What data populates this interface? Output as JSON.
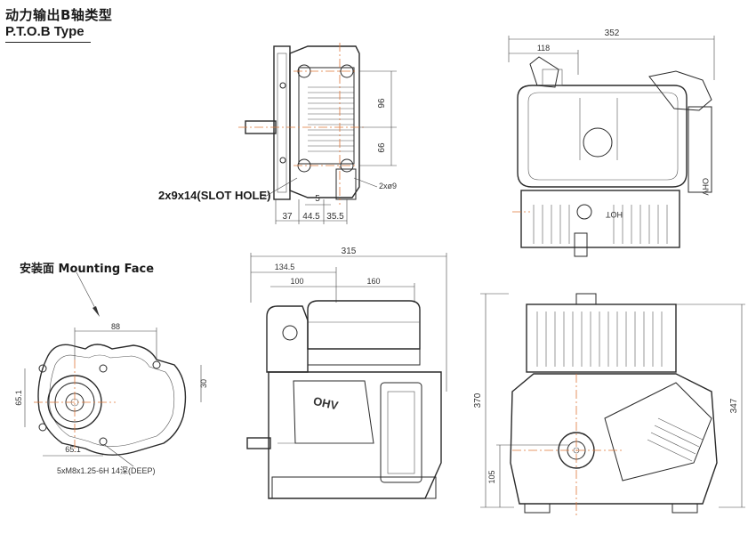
{
  "title": {
    "zh": "动力输出B轴类型",
    "en": "P.T.O.B Type"
  },
  "labels": {
    "mounting_face": "安装面  Mounting Face",
    "slot_hole": "2x9x14(SLOT HOLE)",
    "bolt_spec": "5xM8x1.25-6H 14深(DEEP)",
    "hole_spec": "2xø9",
    "ohv_mark": "OHV",
    "hot_mark": "HOT"
  },
  "dimensions": {
    "side_96": "96",
    "side_66": "66",
    "side_5": "5",
    "side_37": "37",
    "side_44_5": "44.5",
    "side_35_5": "35.5",
    "top_352": "352",
    "top_118": "118",
    "front_315": "315",
    "front_134_5": "134.5",
    "front_100": "100",
    "front_160": "160",
    "mount_88": "88",
    "mount_65_1_v": "65.1",
    "mount_30": "30",
    "mount_65_1_h": "65.1",
    "rear_370": "370",
    "rear_347": "347",
    "rear_105": "105"
  },
  "colors": {
    "line": "#2a2a2a",
    "centerline": "#e0783a",
    "background": "#ffffff"
  }
}
